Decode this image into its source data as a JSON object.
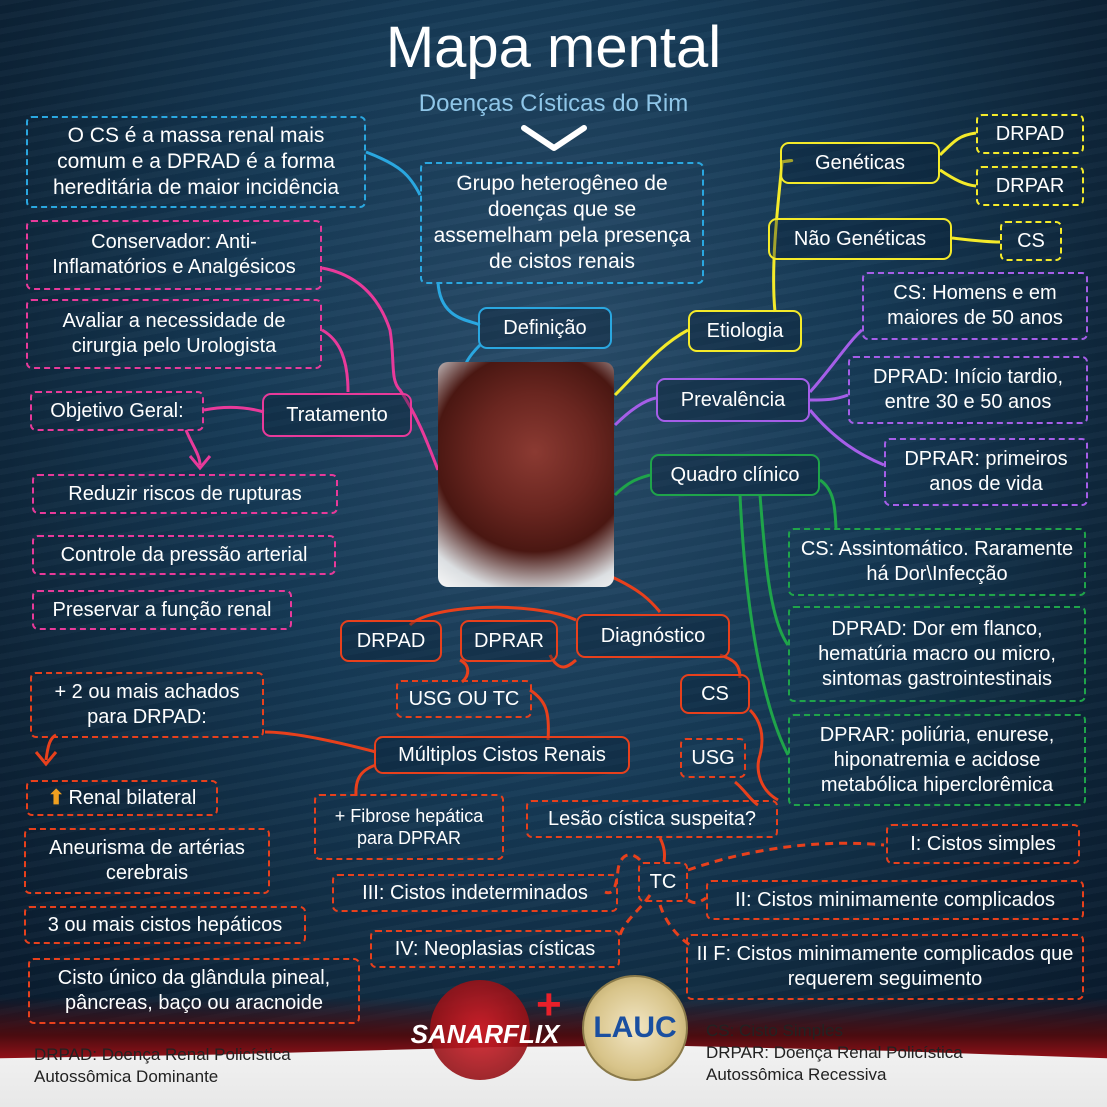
{
  "title": "Mapa mental",
  "subtitle": "Doenças Císticas do Rim",
  "colors": {
    "blue": "#2aa7e0",
    "yellow": "#f4ea2a",
    "purple": "#a55ee8",
    "green": "#1fa44a",
    "pink": "#e83a9a",
    "red": "#e8401c"
  },
  "definicao": {
    "label": "Definição",
    "desc": "Grupo heterogêneo de doenças que se assemelham pela presença de cistos renais",
    "note": "O CS é a massa renal mais comum e a DPRAD é a forma hereditária de maior incidência"
  },
  "etiologia": {
    "label": "Etiologia",
    "geneticas": "Genéticas",
    "drpad": "DRPAD",
    "drpar": "DRPAR",
    "nao_geneticas": "Não Genéticas",
    "cs": "CS"
  },
  "prevalencia": {
    "label": "Prevalência",
    "cs": "CS: Homens e em maiores de 50 anos",
    "dprad": "DPRAD: Início tardio, entre 30 e 50 anos",
    "dprar": "DPRAR: primeiros anos de vida"
  },
  "quadro": {
    "label": "Quadro clínico",
    "cs": "CS: Assintomático. Raramente há Dor\\Infecção",
    "dprad": "DPRAD: Dor em flanco, hematúria macro ou micro, sintomas gastrointestinais",
    "dprar": "DPRAR: poliúria, enurese, hiponatremia e acidose metabólica hiperclorêmica"
  },
  "tratamento": {
    "label": "Tratamento",
    "conservador": "Conservador: Anti-Inflamatórios e Analgésicos",
    "cirurgia": "Avaliar a necessidade de cirurgia pelo Urologista",
    "objetivo": "Objetivo Geral:",
    "rupturas": "Reduzir riscos de rupturas",
    "pressao": "Controle da pressão arterial",
    "funcao": "Preservar a função renal"
  },
  "diagnostico": {
    "label": "Diagnóstico",
    "drpad": "DRPAD",
    "dprar": "DPRAR",
    "usg_tc": "USG OU TC",
    "multiplos": "Múltiplos Cistos Renais",
    "achados": "+ 2 ou mais  achados para DRPAD:",
    "renal_bilateral": "Renal bilateral",
    "aneurisma": "Aneurisma de artérias cerebrais",
    "hepaticos": "3 ou  mais cistos hepáticos",
    "cisto_unico": "Cisto único da glândula pineal, pâncreas, baço ou aracnoide",
    "fibrose": "+ Fibrose hepática para DPRAR",
    "cs": "CS",
    "usg": "USG",
    "lesao": "Lesão cística suspeita?",
    "tc": "TC",
    "bosniak_1": "I: Cistos simples",
    "bosniak_2": "II: Cistos minimamente complicados",
    "bosniak_2f": "II F: Cistos minimamente complicados que requerem seguimento",
    "bosniak_3": "III: Cistos indeterminados",
    "bosniak_4": "IV: Neoplasias císticas"
  },
  "legend": {
    "left_1": "DRPAD: Doença Renal Policística",
    "left_2": "Autossômica Dominante",
    "right_1": "CS: Cisto Simples",
    "right_2": "DRPAR: Doença Renal Policística",
    "right_3": "Autossômica Recessiva"
  },
  "logos": {
    "sanar": "SANARFLIX",
    "lauc": "LAUC"
  }
}
